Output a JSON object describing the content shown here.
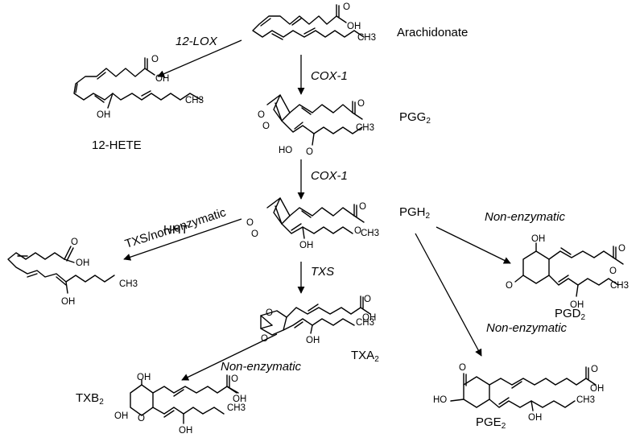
{
  "compounds": {
    "arachidonate": "Arachidonate",
    "hete12": "12-HETE",
    "pgg2": {
      "base": "PGG",
      "sub": "2"
    },
    "pgh2": {
      "base": "PGH",
      "sub": "2"
    },
    "hht": "HHT",
    "pgd2": {
      "base": "PGD",
      "sub": "2"
    },
    "txa2": {
      "base": "TXA",
      "sub": "2"
    },
    "txb2": {
      "base": "TXB",
      "sub": "2"
    },
    "pge2": {
      "base": "PGE",
      "sub": "2"
    }
  },
  "enzymes": {
    "lox12": "12-LOX",
    "cox1_a": "COX-1",
    "cox1_b": "COX-1",
    "txs_nonenz": "TXS/non-enzymatic",
    "txs": "TXS",
    "nonenz_pgd2": "Non-enzymatic",
    "nonenz_pge2": "Non-enzymatic",
    "nonenz_txb2": "Non-enzymatic"
  },
  "atoms": {
    "oh": "OH",
    "ho": "HO",
    "o": "O",
    "ch3": "CH3"
  }
}
